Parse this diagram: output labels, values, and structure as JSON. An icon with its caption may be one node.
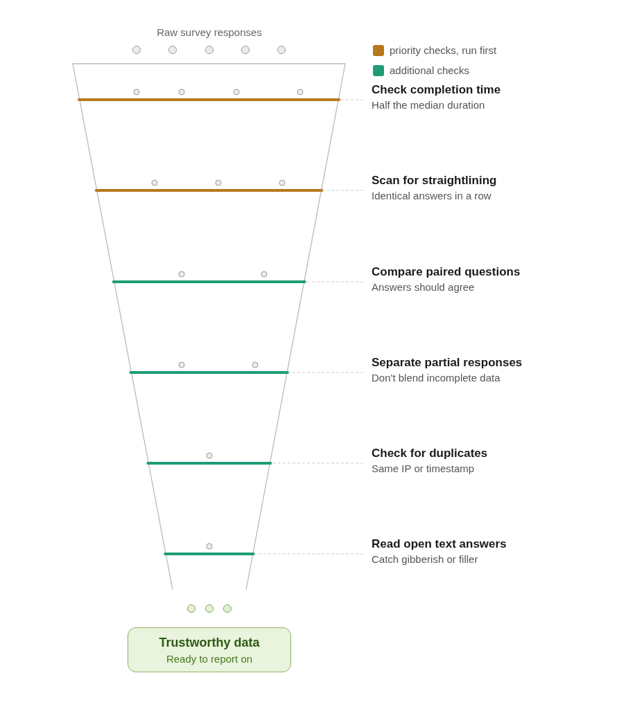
{
  "diagram": {
    "nodes": [
      {
        "text": [],
        "shape": "funnel"
      },
      {
        "text": [],
        "shape": "bar",
        "in": 0
      },
      {
        "text": [],
        "shape": "bar",
        "in": 0
      },
      {
        "text": [],
        "shape": "bar",
        "in": 0
      },
      {
        "text": [],
        "shape": "bar",
        "in": 0
      },
      {
        "text": [],
        "shape": "bar",
        "in": 0
      },
      {
        "text": [],
        "shape": "bar",
        "in": 0
      },
      {
        "text": [
          "Check completion time",
          "Half the median duration"
        ]
      },
      {
        "text": [
          "Scan for straightlining",
          "Identical answers in a row"
        ]
      },
      {
        "text": [
          "Compare paired questions",
          "Answers should agree"
        ]
      },
      {
        "text": [
          "Separate partial responses",
          "Don't blend incomplete data"
        ]
      },
      {
        "text": [
          "Check for duplicates",
          "Same IP or timestamp"
        ]
      },
      {
        "text": [
          "Read open text answers",
          "Catch gibberish or filler"
        ]
      },
      {
        "text": [
          "Trustworthy data",
          "Ready to report on"
        ]
      }
    ],
    "edges": [
      {
        "from": 7,
        "to": 1,
        "arrow": "none",
        "style": "dashed"
      },
      {
        "from": 8,
        "to": 2,
        "arrow": "none",
        "style": "dashed"
      },
      {
        "from": 9,
        "to": 3,
        "arrow": "none",
        "style": "dashed"
      },
      {
        "from": 10,
        "to": 4,
        "arrow": "none",
        "style": "dashed"
      },
      {
        "from": 11,
        "to": 5,
        "arrow": "none",
        "style": "dashed"
      },
      {
        "from": 12,
        "to": 6,
        "arrow": "none",
        "style": "dashed"
      }
    ],
    "labels": [
      "Raw survey responses"
    ],
    "legend": [
      {
        "text": "priority checks, run first",
        "color": "#b8781e"
      },
      {
        "text": "additional checks",
        "color": "#1f9c77"
      }
    ]
  }
}
